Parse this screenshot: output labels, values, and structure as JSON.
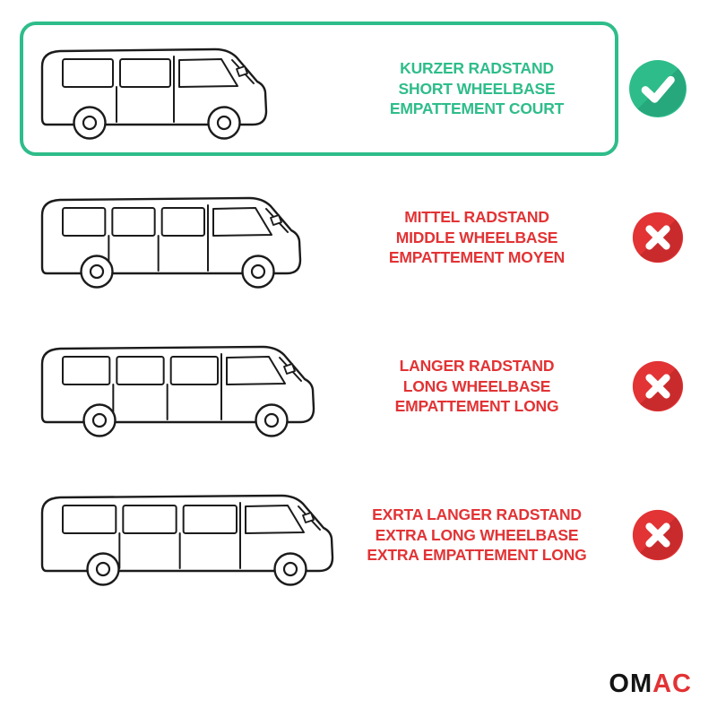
{
  "colors": {
    "green": "#2EBD8A",
    "green_dark": "#26A87C",
    "red": "#E23335",
    "red_dark": "#C92B2D",
    "ink": "#1B1B1B"
  },
  "options": [
    {
      "id": "short-wheelbase",
      "lines": [
        "KURZER RADSTAND",
        "SHORT WHEELBASE",
        "EMPATTEMENT COURT"
      ],
      "selected": true,
      "icon": "check-icon"
    },
    {
      "id": "middle-wheelbase",
      "lines": [
        "MITTEL RADSTAND",
        "MIDDLE WHEELBASE",
        "EMPATTEMENT MOYEN"
      ],
      "selected": false,
      "icon": "x-icon"
    },
    {
      "id": "long-wheelbase",
      "lines": [
        "LANGER RADSTAND",
        "LONG WHEELBASE",
        "EMPATTEMENT LONG"
      ],
      "selected": false,
      "icon": "x-icon"
    },
    {
      "id": "extra-long-wheelbase",
      "lines": [
        "EXRTA LANGER RADSTAND",
        "EXTRA LONG WHEELBASE",
        "EXTRA EMPATTEMENT LONG"
      ],
      "selected": false,
      "icon": "x-icon"
    }
  ],
  "logo": {
    "black": "OM",
    "red": "AC"
  }
}
